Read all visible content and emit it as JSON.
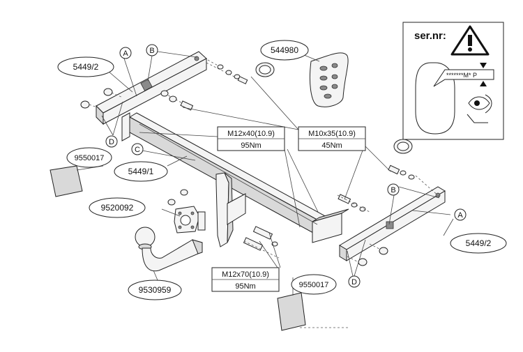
{
  "labels": {
    "part_5449_2_top": "5449/2",
    "part_5449_2_bottom": "5449/2",
    "part_544980": "544980",
    "part_9550017_left": "9550017",
    "part_9550017_bottom": "9550017",
    "part_5449_1": "5449/1",
    "part_9520092": "9520092",
    "part_9530959": "9530959",
    "letter_a_top": "A",
    "letter_b_top": "B",
    "letter_c": "C",
    "letter_d_left": "D",
    "letter_b_right": "B",
    "letter_a_right": "A",
    "letter_d_right": "D"
  },
  "torque_boxes": {
    "m12x40": {
      "bolt": "M12x40(10.9)",
      "torque": "95Nm"
    },
    "m10x35": {
      "bolt": "M10x35(10.9)",
      "torque": "45Nm"
    },
    "m12x70": {
      "bolt": "M12x70(10.9)",
      "torque": "95Nm"
    }
  },
  "serial_panel": {
    "title": "ser.nr:",
    "plate_text": "*******M* P"
  }
}
